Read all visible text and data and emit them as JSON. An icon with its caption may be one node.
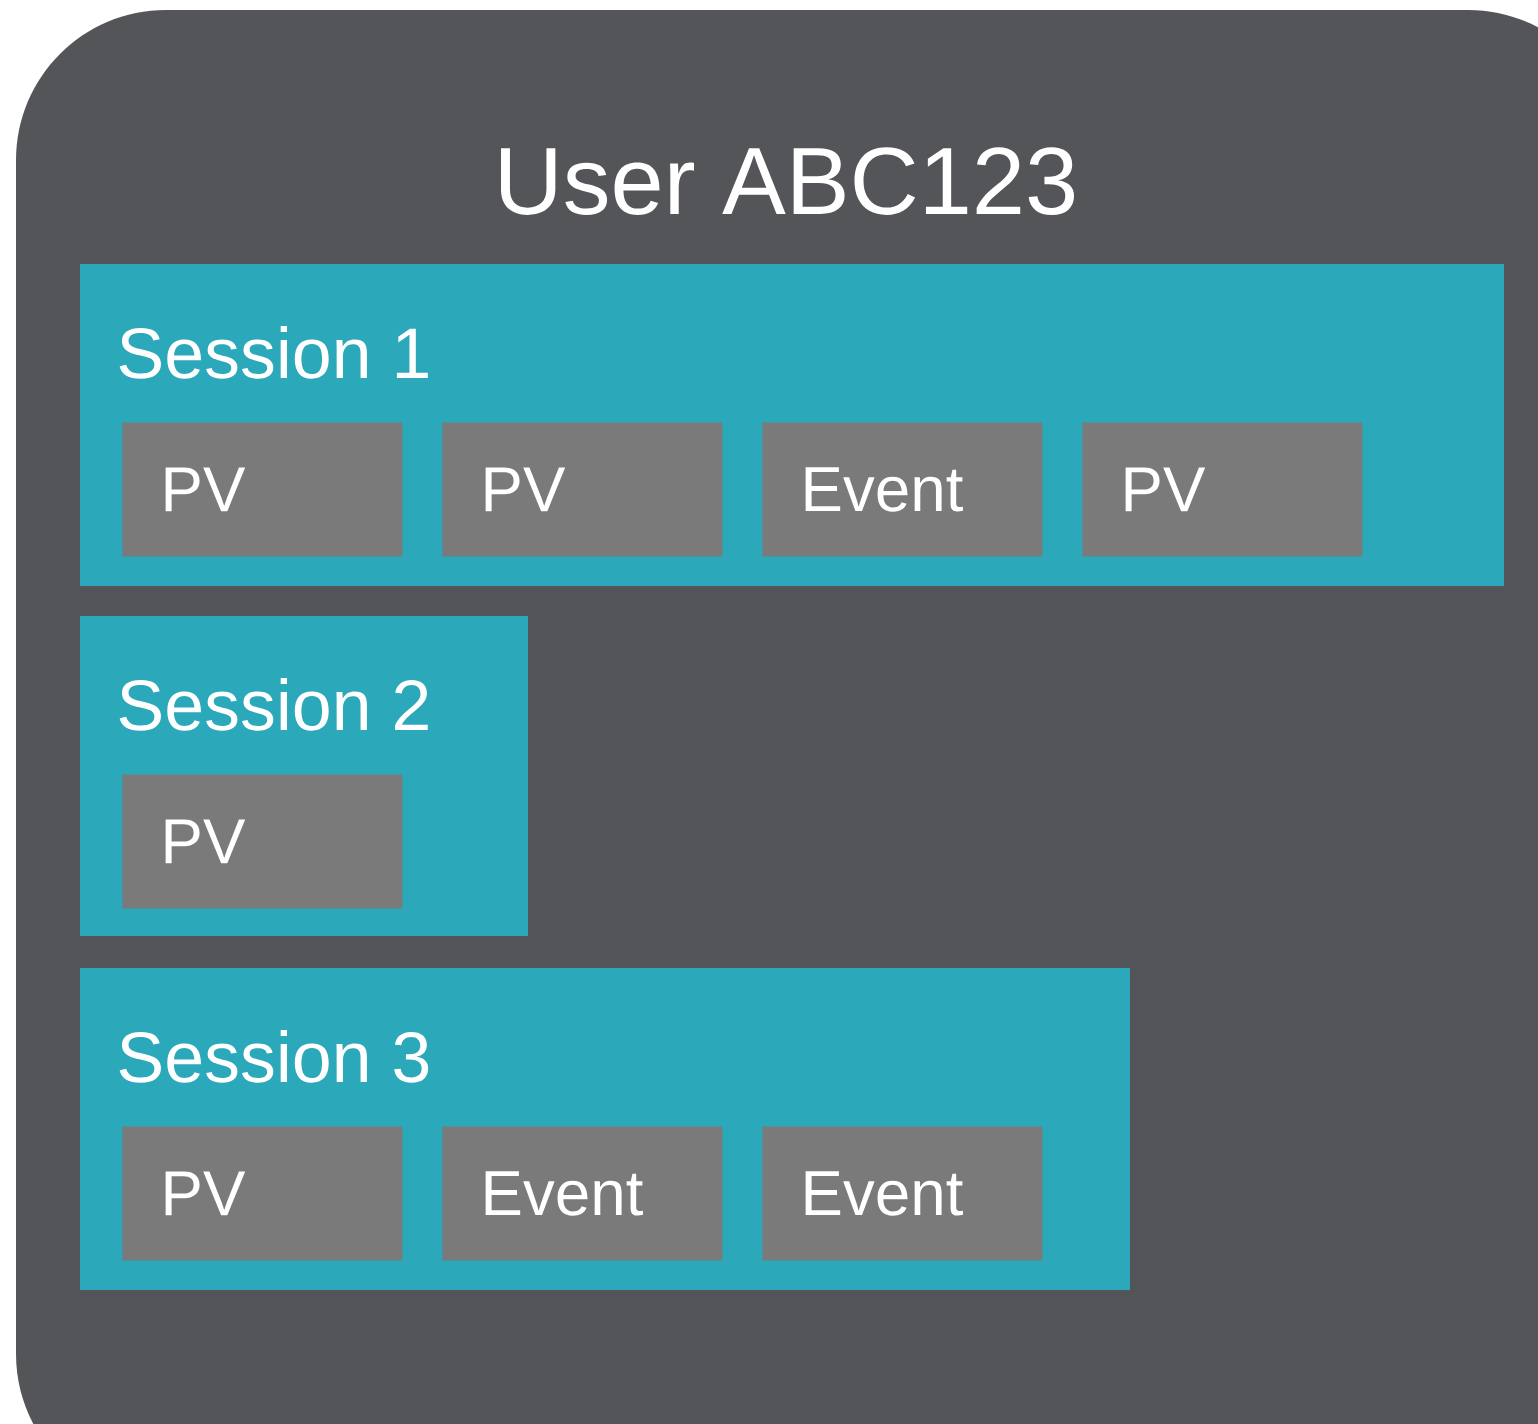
{
  "diagram": {
    "nodes": [
      {
        "text": [
          "User ABC123"
        ]
      },
      {
        "text": [
          "Session 1"
        ],
        "in": 0
      },
      {
        "text": [
          "PV"
        ],
        "in": 1
      },
      {
        "text": [
          "PV"
        ],
        "in": 1
      },
      {
        "text": [
          "Event"
        ],
        "in": 1
      },
      {
        "text": [
          "PV"
        ],
        "in": 1
      },
      {
        "text": [
          "Session 2"
        ],
        "in": 0
      },
      {
        "text": [
          "PV"
        ],
        "in": 6
      },
      {
        "text": [
          "Session 3"
        ],
        "in": 0
      },
      {
        "text": [
          "PV"
        ],
        "in": 8
      },
      {
        "text": [
          "Event"
        ],
        "in": 8
      },
      {
        "text": [
          "Event"
        ],
        "in": 8
      }
    ]
  }
}
